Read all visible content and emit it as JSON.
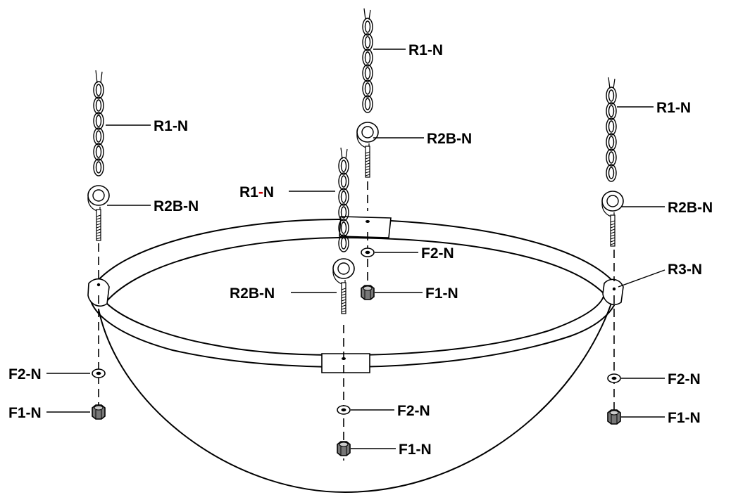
{
  "diagram": {
    "parts": {
      "chain": "R1-N",
      "eye_bolt": "R2B-N",
      "rim": "R3-N",
      "washer": "F2-N",
      "nut": "F1-N"
    },
    "highlight_color": "#cc0000",
    "callouts": {
      "left_chain": "R1-N",
      "left_eyebolt": "R2B-N",
      "left_washer": "F2-N",
      "left_nut": "F1-N",
      "back_chain": "R1-N",
      "back_eyebolt": "R2B-N",
      "back_washer": "F2-N",
      "back_nut": "F1-N",
      "front_chain_prefix": "R1",
      "front_chain_dash": "-",
      "front_chain_suffix": "N",
      "front_eyebolt": "R2B-N",
      "front_washer": "F2-N",
      "front_nut": "F1-N",
      "right_chain": "R1-N",
      "right_eyebolt": "R2B-N",
      "right_rim": "R3-N",
      "right_washer": "F2-N",
      "right_nut": "F1-N"
    }
  }
}
